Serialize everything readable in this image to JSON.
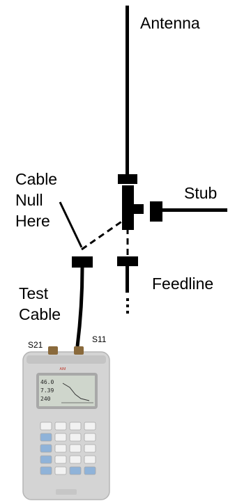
{
  "labels": {
    "antenna": "Antenna",
    "stub": "Stub",
    "cable_null": [
      "Cable",
      "Null",
      "Here"
    ],
    "feedline": "Feedline",
    "test_cable": [
      "Test",
      "Cable"
    ],
    "port_s21": "S21",
    "port_s11": "S11"
  },
  "analyzer_screen": {
    "readout_1": "46.0",
    "readout_2": "7.39",
    "readout_3": "240"
  },
  "colors": {
    "line": "#000000",
    "analyzer_body": "#d4d4d4",
    "screen": "#cfd6cc",
    "keys": "#f2f2f2",
    "blue_keys": "#8fb3d9"
  }
}
